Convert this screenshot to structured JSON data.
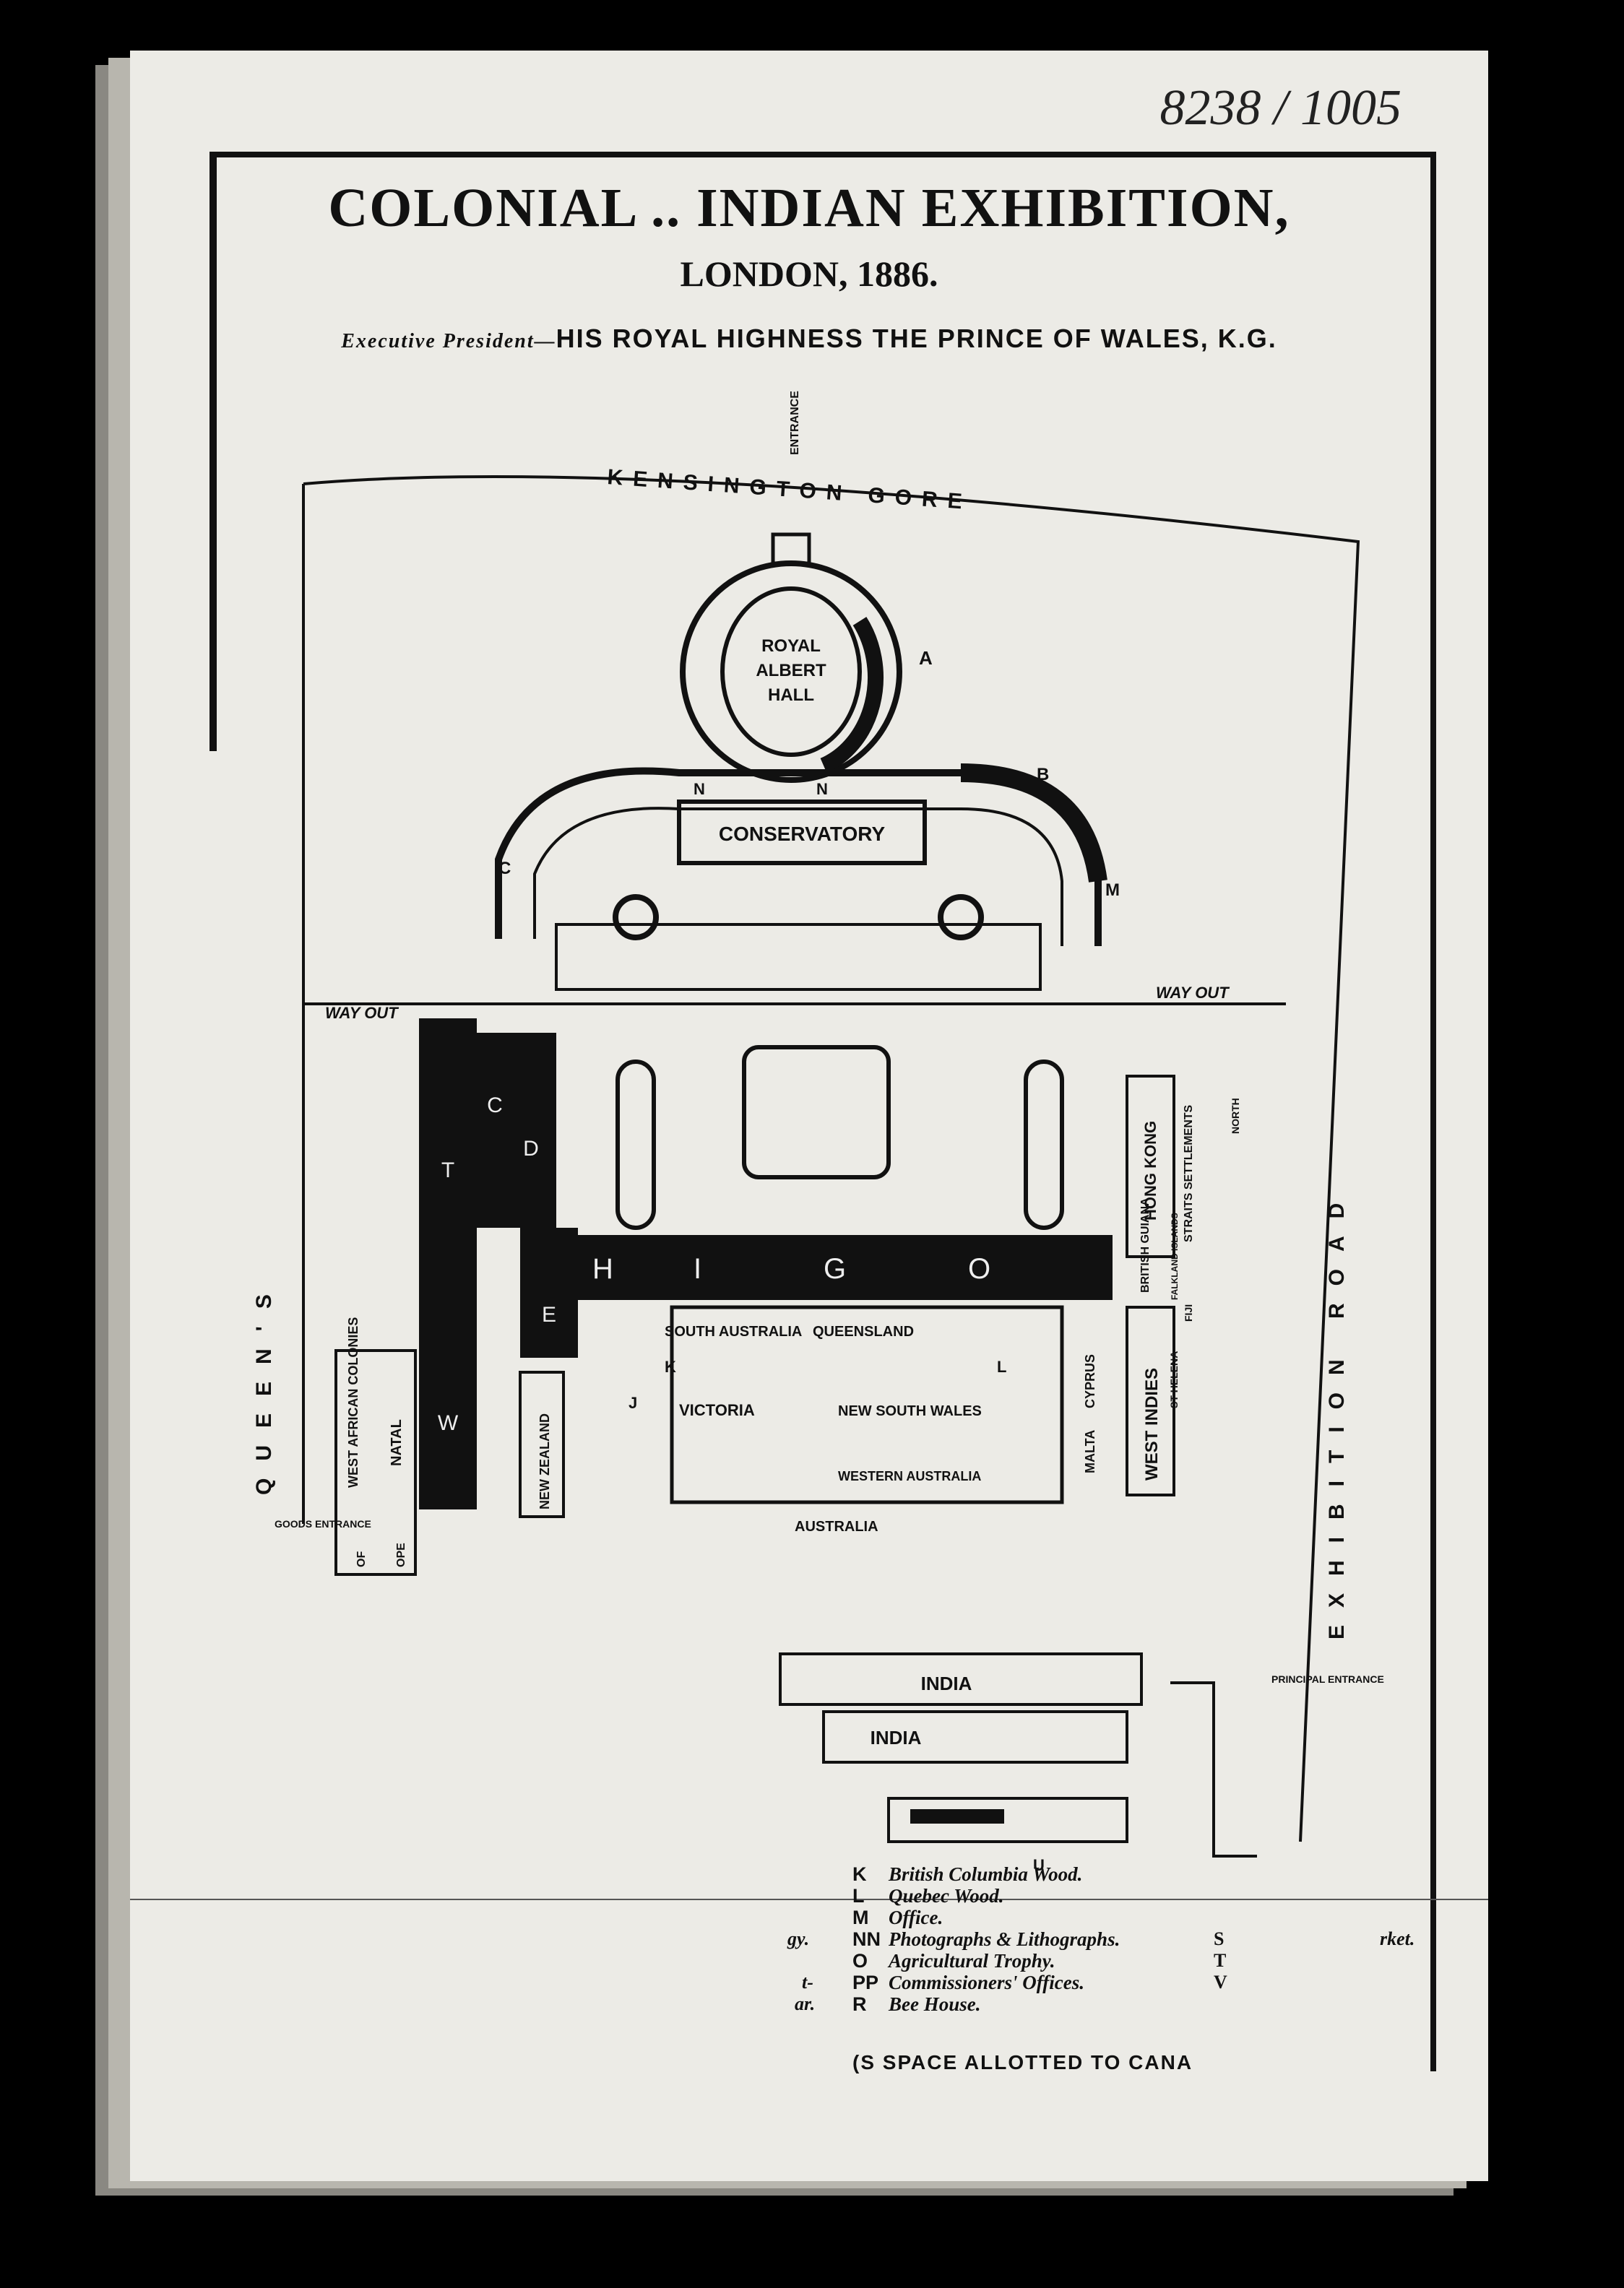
{
  "header": {
    "title": "COLONIAL  ..  INDIAN  EXHIBITION,",
    "subtitle": "LONDON, 1886.",
    "president_label": "Executive President—",
    "president_name": "HIS ROYAL HIGHNESS THE PRINCE OF WALES, K.G.",
    "handwritten_note": "8238 / 1005"
  },
  "roads": {
    "north": "KENSINGTON GORE",
    "west": "QUEEN'S",
    "east": "EXHIBITION ROAD",
    "entrance": "ENTRANCE",
    "way_out_left": "WAY OUT",
    "way_out_right": "WAY OUT",
    "goods_entrance": "GOODS ENTRANCE",
    "principal_entrance": "PRINCIPAL ENTRANCE"
  },
  "buildings": {
    "royal_albert_hall": [
      "ROYAL",
      "ALBERT",
      "HALL"
    ],
    "conservatory": "CONSERVATORY",
    "hong_kong": "HONG KONG",
    "british_guiana": "BRITISH GUIANA",
    "straits_settlements": "STRAITS SETTLEMENTS",
    "falkland_islands": "FALKLAND ISLANDS",
    "fiji": "FIJI",
    "st_helena": "ST HELENA",
    "west_indies": "WEST INDIES",
    "cyprus": "CYPRUS",
    "malta": "MALTA",
    "south_australia": "SOUTH AUSTRALIA",
    "queensland": "QUEENSLAND",
    "victoria": "VICTORIA",
    "new_south_wales": "NEW SOUTH WALES",
    "western_australia": "WESTERN AUSTRALIA",
    "australia": "AUSTRALIA",
    "new_zealand": "NEW ZEALAND",
    "west_african_colonies": "WEST AFRICAN COLONIES",
    "natal": "NATAL",
    "cape": "OPE",
    "india_1": "INDIA",
    "india_2": "INDIA"
  },
  "block_letters": {
    "T": "T",
    "C": "C",
    "D": "D",
    "E": "E",
    "W": "W",
    "H": "H",
    "I": "I",
    "G": "G",
    "O": "O",
    "A": "A",
    "B": "B",
    "Cb": "C",
    "M": "M",
    "N1": "N",
    "N2": "N",
    "J": "J",
    "K": "K",
    "L": "L",
    "U": "U",
    "OF": "OF",
    "north": "NORTH"
  },
  "legend": [
    {
      "key": "K",
      "text": "British Columbia Wood."
    },
    {
      "key": "L",
      "text": "Quebec Wood."
    },
    {
      "key": "M",
      "text": "Office."
    },
    {
      "key": "NN",
      "text": "Photographs & Lithographs."
    },
    {
      "key": "O",
      "text": "Agricultural Trophy."
    },
    {
      "key": "PP",
      "text": "Commissioners' Offices."
    },
    {
      "key": "R",
      "text": "Bee House."
    }
  ],
  "legend_fragments": {
    "left1": "gy.",
    "left2": "t-",
    "left3": "ar.",
    "right1": "S",
    "right2": "T",
    "right3": "V",
    "market": "rket."
  },
  "footer": "(S SPACE ALLOTTED TO CANA"
}
